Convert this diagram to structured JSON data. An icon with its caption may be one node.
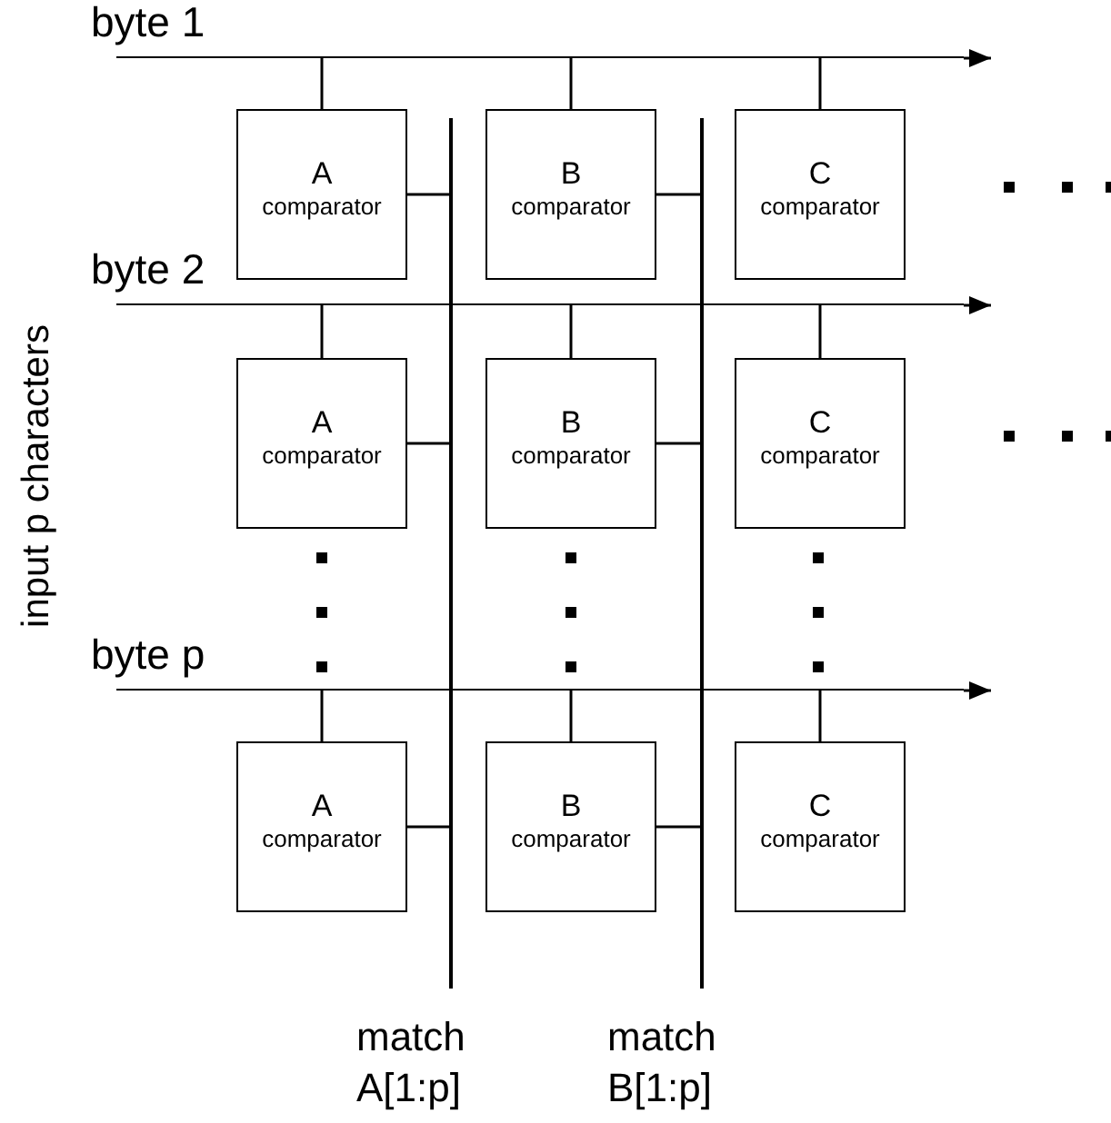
{
  "diagram": {
    "nodes": [
      {
        "text": [
          "byte 1"
        ]
      },
      {
        "text": [
          "A",
          "comparator"
        ]
      },
      {
        "text": [
          "B",
          "comparator"
        ]
      },
      {
        "text": [
          "C",
          "comparator"
        ]
      },
      {
        "text": [
          "byte 2"
        ]
      },
      {
        "text": [
          "A",
          "comparator"
        ]
      },
      {
        "text": [
          "B",
          "comparator"
        ]
      },
      {
        "text": [
          "C",
          "comparator"
        ]
      },
      {
        "text": [
          "byte p"
        ]
      },
      {
        "text": [
          "A",
          "comparator"
        ]
      },
      {
        "text": [
          "B",
          "comparator"
        ]
      },
      {
        "text": [
          "C",
          "comparator"
        ]
      },
      {
        "text": [
          "match A[1:p]"
        ]
      },
      {
        "text": [
          "match B[1:p]"
        ]
      }
    ],
    "edges": [
      {
        "from": 0,
        "to": null,
        "arrow": "to"
      },
      {
        "from": 0,
        "to": 1,
        "arrow": "none"
      },
      {
        "from": 0,
        "to": 2,
        "arrow": "none"
      },
      {
        "from": 0,
        "to": 3,
        "arrow": "none"
      },
      {
        "from": 1,
        "to": 12,
        "arrow": "none"
      },
      {
        "from": 2,
        "to": 13,
        "arrow": "none"
      },
      {
        "from": 4,
        "to": null,
        "arrow": "to"
      },
      {
        "from": 4,
        "to": 5,
        "arrow": "none"
      },
      {
        "from": 4,
        "to": 6,
        "arrow": "none"
      },
      {
        "from": 4,
        "to": 7,
        "arrow": "none"
      },
      {
        "from": 5,
        "to": 12,
        "arrow": "none"
      },
      {
        "from": 6,
        "to": 13,
        "arrow": "none"
      },
      {
        "from": 8,
        "to": null,
        "arrow": "to"
      },
      {
        "from": 8,
        "to": 9,
        "arrow": "none"
      },
      {
        "from": 8,
        "to": 10,
        "arrow": "none"
      },
      {
        "from": 8,
        "to": 11,
        "arrow": "none"
      },
      {
        "from": 9,
        "to": 12,
        "arrow": "none"
      },
      {
        "from": 10,
        "to": 13,
        "arrow": "none"
      }
    ],
    "labels": [
      "input p characters"
    ]
  }
}
